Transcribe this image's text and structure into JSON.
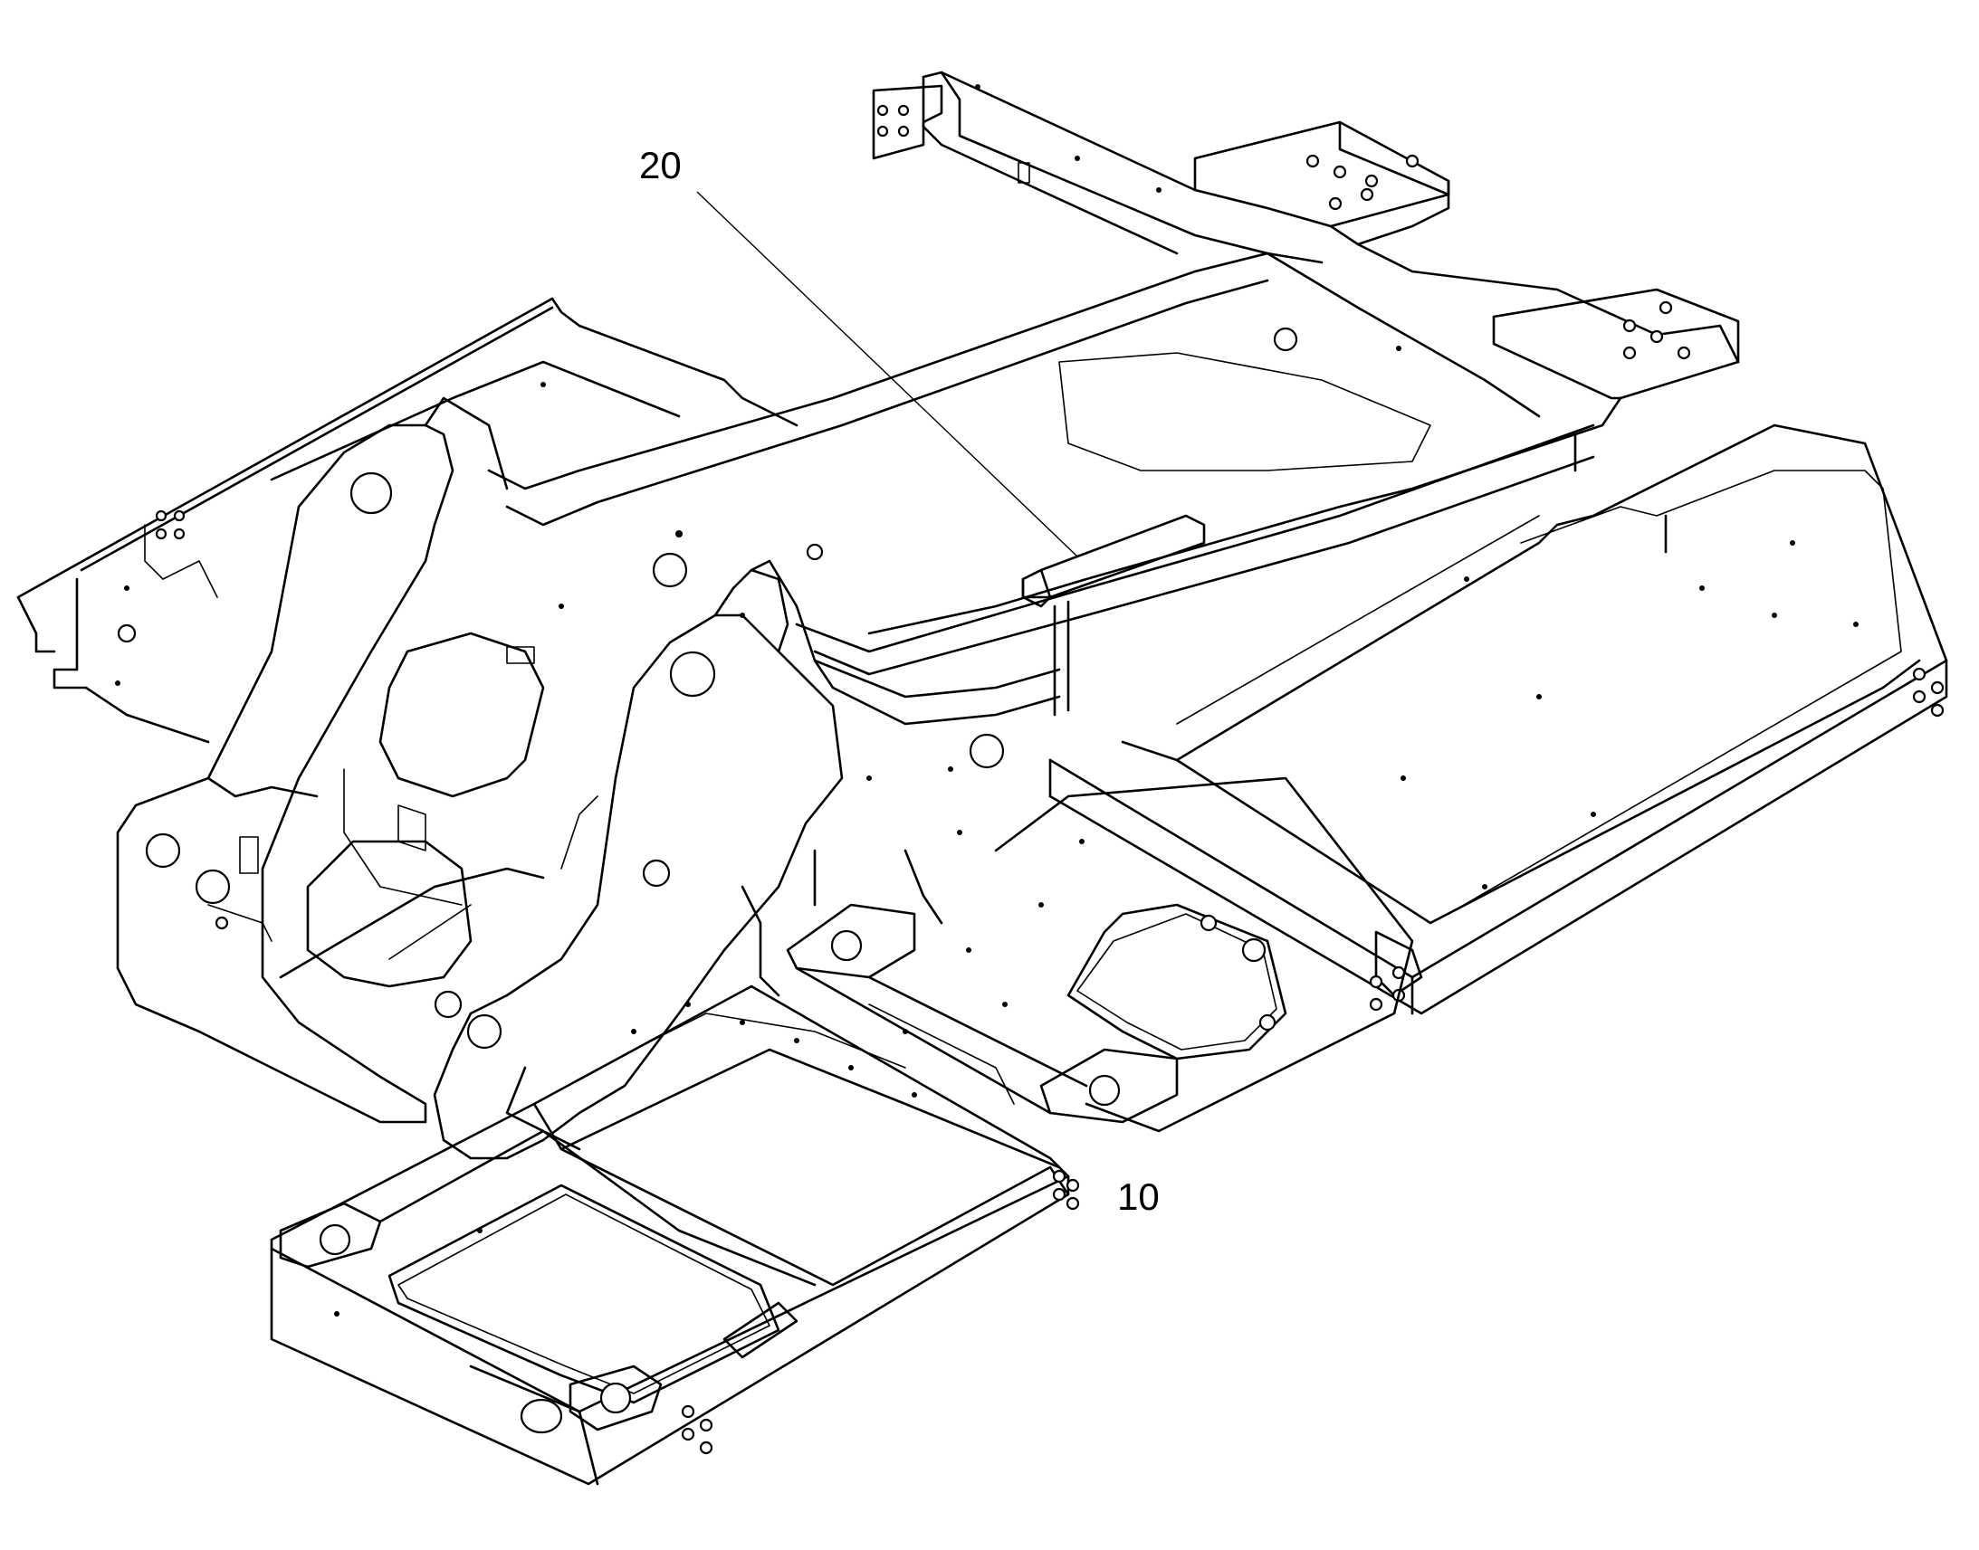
{
  "diagram": {
    "background": "#ffffff",
    "line_color": "#000000",
    "callouts": [
      {
        "id": "callout-20",
        "label": "20"
      },
      {
        "id": "callout-10",
        "label": "10"
      }
    ]
  }
}
